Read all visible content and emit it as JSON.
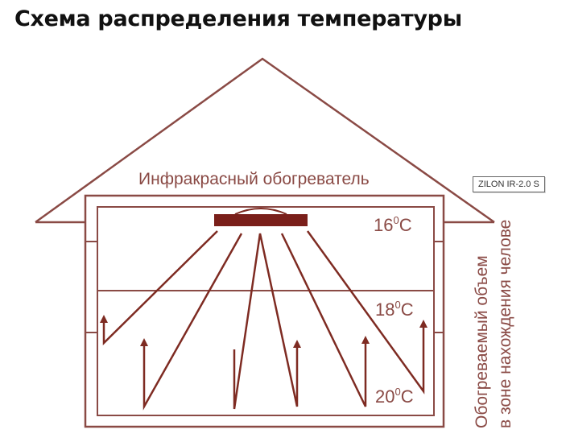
{
  "title": "Схема распределения температуры",
  "heater_label": "Инфракрасный обогреватель",
  "temperatures": [
    {
      "value": "16",
      "unit": "C"
    },
    {
      "value": "18",
      "unit": "C"
    },
    {
      "value": "20",
      "unit": "C"
    }
  ],
  "degree_sign": "0",
  "zone_label_line1": "Обогреваемый объем",
  "zone_label_line2": "в зоне нахождения челове",
  "model_badge": "ZILON IR-2.0 S",
  "colors": {
    "outline": "#8a4a45",
    "arrows": "#7e2b22",
    "heater": "#7a1f1a",
    "text": "#8a4a45"
  }
}
